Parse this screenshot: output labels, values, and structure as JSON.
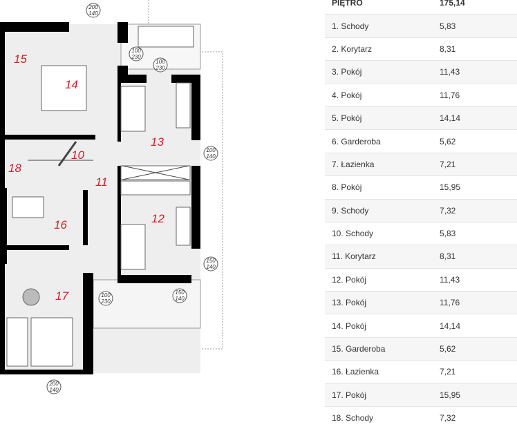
{
  "plan": {
    "rooms": [
      {
        "n": "15"
      },
      {
        "n": "14"
      },
      {
        "n": "10"
      },
      {
        "n": "18"
      },
      {
        "n": "11"
      },
      {
        "n": "13"
      },
      {
        "n": "12"
      },
      {
        "n": "16"
      },
      {
        "n": "17"
      }
    ],
    "dims": [
      {
        "t": "200",
        "b": "140"
      },
      {
        "t": "100",
        "b": "230"
      },
      {
        "t": "100",
        "b": "230"
      },
      {
        "t": "100",
        "b": "140"
      },
      {
        "t": "150",
        "b": "140"
      },
      {
        "t": "150",
        "b": "140"
      },
      {
        "t": "100",
        "b": "230"
      },
      {
        "t": "200",
        "b": "140"
      }
    ]
  },
  "table": {
    "header": {
      "label": "PIĘTRO",
      "value": "175,14"
    },
    "rows": [
      {
        "label": "1. Schody",
        "value": "5,83"
      },
      {
        "label": "2. Korytarz",
        "value": "8,31"
      },
      {
        "label": "3. Pokój",
        "value": "11,43"
      },
      {
        "label": "4. Pokój",
        "value": "11,76"
      },
      {
        "label": "5. Pokój",
        "value": "14,14"
      },
      {
        "label": "6. Garderoba",
        "value": "5,62"
      },
      {
        "label": "7. Łazienka",
        "value": "7,21"
      },
      {
        "label": "8. Pokój",
        "value": "15,95"
      },
      {
        "label": "9. Schody",
        "value": "7,32"
      },
      {
        "label": "10. Schody",
        "value": "5,83"
      },
      {
        "label": "11. Korytarz",
        "value": "8,31"
      },
      {
        "label": "12. Pokój",
        "value": "11,43"
      },
      {
        "label": "13. Pokój",
        "value": "11,76"
      },
      {
        "label": "14. Pokój",
        "value": "14,14"
      },
      {
        "label": "15. Garderoba",
        "value": "5,62"
      },
      {
        "label": "16. Łazienka",
        "value": "7,21"
      },
      {
        "label": "17. Pokój",
        "value": "15,95"
      },
      {
        "label": "18. Schody",
        "value": "7,32"
      }
    ]
  }
}
